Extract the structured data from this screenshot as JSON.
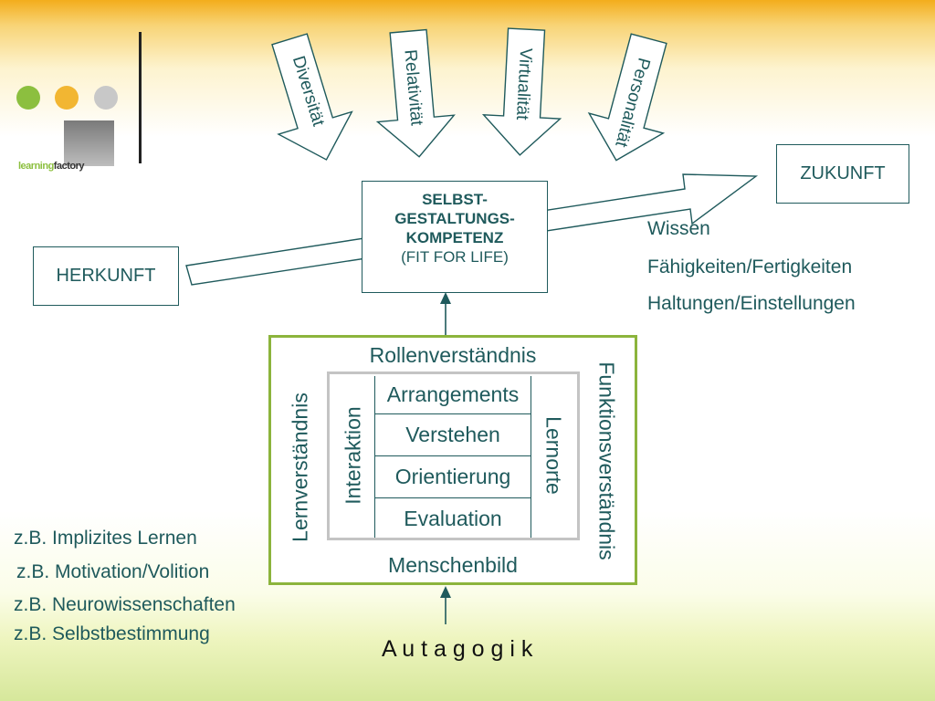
{
  "logo": {
    "dot_colors": [
      "#8cbf3f",
      "#f2b632",
      "#c8c8c8"
    ],
    "wordmark_learning": "learning",
    "wordmark_factory": "factory"
  },
  "influences": [
    "Diversität",
    "Relativität",
    "Virtualität",
    "Personalität"
  ],
  "herkunft": "HERKUNFT",
  "zukunft": "ZUKUNFT",
  "center": {
    "line1": "SELBST-",
    "line2": "GESTALTUNGS-",
    "line3": "KOMPETENZ",
    "line4": "(FIT FOR LIFE)"
  },
  "outcomes": [
    "Wissen",
    "Fähigkeiten/Fertigkeiten",
    "Haltungen/Einstellungen"
  ],
  "frame": {
    "top": "Rollenverständnis",
    "bottom": "Menschenbild",
    "left": "Lernverständnis",
    "right": "Funktionsverständnis"
  },
  "inner": {
    "left": "Interaktion",
    "right": "Lernorte",
    "rows": [
      "Arrangements",
      "Verstehen",
      "Orientierung",
      "Evaluation"
    ]
  },
  "examples": [
    "z.B. Implizites Lernen",
    "z.B. Motivation/Volition",
    "z.B. Neurowissenschaften",
    "z.B. Selbstbestimmung"
  ],
  "footer": "A u t a g o g i k",
  "colors": {
    "teal": "#1f5a5c",
    "green_frame": "#8cb43c",
    "gray_inner": "#c4c4c4"
  }
}
